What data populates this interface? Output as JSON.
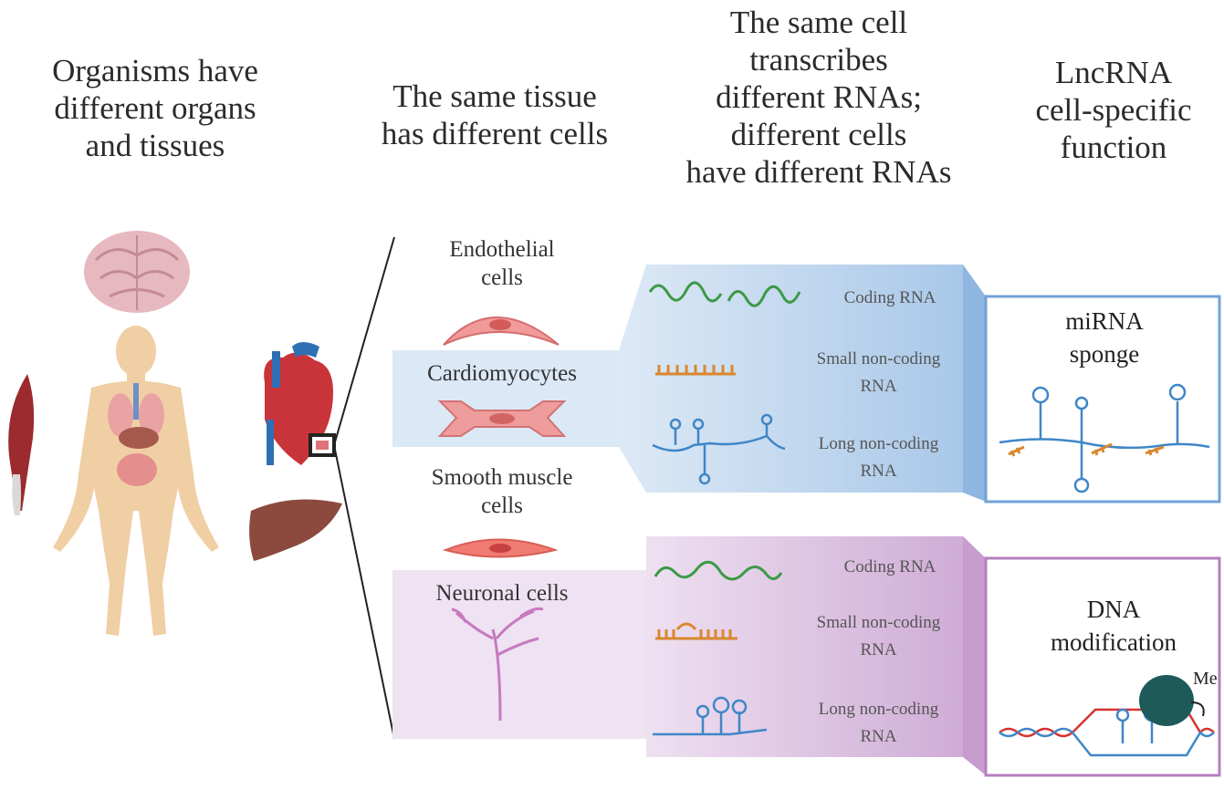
{
  "headings": {
    "organisms": [
      "Organisms have",
      "different organs",
      "and tissues"
    ],
    "tissue": [
      "The same tissue",
      "has different cells"
    ],
    "cell_rna": [
      "The same cell",
      "transcribes",
      "different RNAs;",
      "different cells",
      "have different RNAs"
    ],
    "function": [
      "LncRNA",
      "cell-specific",
      "function"
    ]
  },
  "cells": {
    "endothelial": [
      "Endothelial",
      "cells"
    ],
    "cardiomyocytes": "Cardiomyocytes",
    "smooth_muscle": [
      "Smooth muscle",
      "cells"
    ],
    "neuronal": "Neuronal cells"
  },
  "rna_blue": {
    "coding": "Coding RNA",
    "small": [
      "Small non-coding",
      "RNA"
    ],
    "long": [
      "Long non-coding",
      "RNA"
    ]
  },
  "rna_purple": {
    "coding": "Coding RNA",
    "small": [
      "Small non-coding",
      "RNA"
    ],
    "long": [
      "Long non-coding",
      "RNA"
    ]
  },
  "functions": {
    "mirna": [
      "miRNA",
      "sponge"
    ],
    "dna": [
      "DNA",
      "modification"
    ],
    "methyl": "Me"
  },
  "colors": {
    "blue_panel": "#c6d9ee",
    "purple_panel": "#e3cfe7",
    "blue_border": "#6fa3d8",
    "purple_border": "#b57ec1",
    "rna_green": "#3c9a45",
    "rna_orange": "#d8882f",
    "rna_blue": "#3f86c7",
    "mod_protein": "#1f5a5a"
  }
}
